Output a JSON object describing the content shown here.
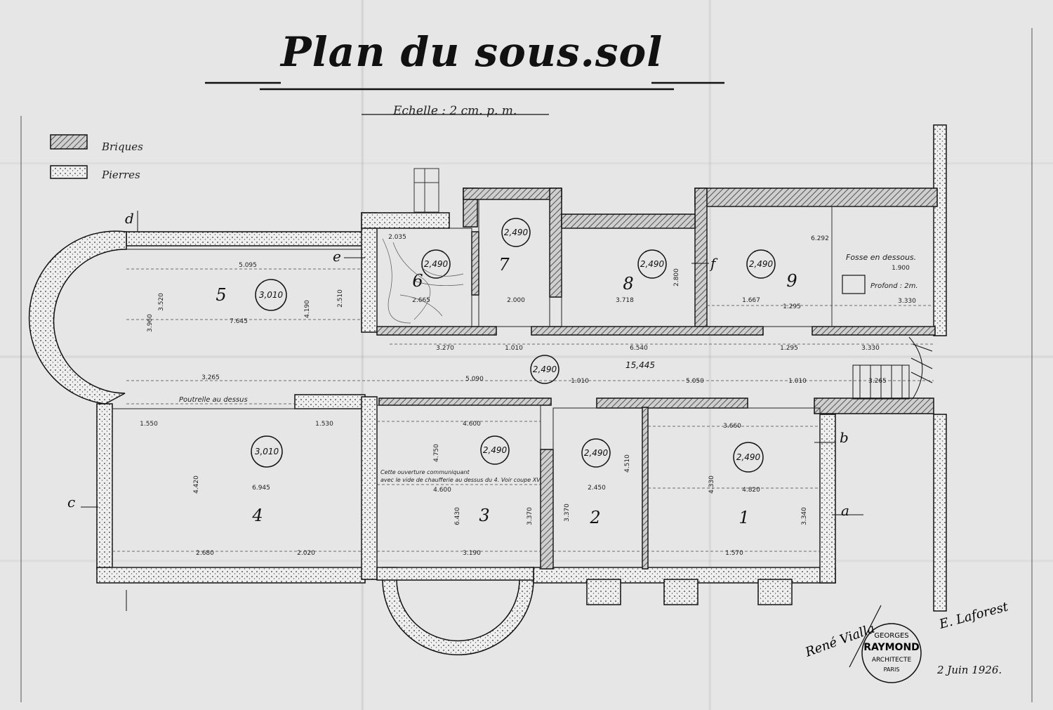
{
  "title": "Plan du sous.sol",
  "scale": "Echelle : 2 cm. p. m.",
  "legend": [
    {
      "label": "Briques",
      "pattern": "hatch"
    },
    {
      "label": "Pierres",
      "pattern": "dots"
    }
  ],
  "rooms": [
    {
      "number": "1",
      "height": "2,490"
    },
    {
      "number": "2",
      "height": "2,490"
    },
    {
      "number": "3",
      "height": "2,490"
    },
    {
      "number": "4",
      "height": "3,010"
    },
    {
      "number": "5",
      "height": "3,010"
    },
    {
      "number": "6",
      "height": "2,490"
    },
    {
      "number": "7",
      "height": "2,490"
    },
    {
      "number": "8",
      "height": "2,490"
    },
    {
      "number": "9",
      "height": "2,490"
    }
  ],
  "corridor": {
    "height": "2,490",
    "length": "15,445"
  },
  "sections": [
    "a",
    "b",
    "c",
    "d",
    "e",
    "f"
  ],
  "notes": {
    "fosse": "Fosse en dessous.",
    "profond": "Profond : 2m.",
    "poutrelle": "Poutrelle au dessus",
    "ouverture_1": "Cette ouverture communiquant",
    "ouverture_2": "avec le vide de chaufferie au dessus du 4. Voir coupe XV"
  },
  "dimensions": {
    "r5_w": "5.095",
    "r5_w2": "7.645",
    "r5_s": "3.265",
    "r5_h": "3.520",
    "r5_h2": "3.960",
    "r5_h3": "4.190",
    "r5_h4": "2.510",
    "r4_w": "6.945",
    "r4_t1": "1.550",
    "r4_t2": "1.530",
    "r4_b1": "2.680",
    "r4_b2": "2.020",
    "r4_h": "4.420",
    "r3_w": "4.600",
    "r3_w2": "4.600",
    "r3_b": "3.190",
    "r3_h": "4.750",
    "r3_h2": "6.430",
    "r3_h3": "3.370",
    "r2_w": "2.450",
    "r2_h": "4.510",
    "r2_h2": "3.370",
    "r1_w": "3.660",
    "r1_w2": "4.820",
    "r1_b": "1.570",
    "r1_h": "4.330",
    "r1_h2": "3.340",
    "r6_w": "2.035",
    "r6_w2": "2.665",
    "r7_w": "2.000",
    "r8_w": "3.718",
    "r8_h": "2.800",
    "r9_w": "6.292",
    "r9_w2": "1.667",
    "r9_w3": "1.295",
    "r9_w4": "3.330",
    "r9_w5": "1.900",
    "c1": "3.270",
    "c2": "1.010",
    "c3": "6.540",
    "c4": "1.295",
    "c5": "3.330",
    "c6": "5.090",
    "c7": "1.010",
    "c8": "5.050",
    "c9": "1.010",
    "c10": "3.265"
  },
  "signatures": {
    "left": "René Vialla",
    "right": "E. Laforest",
    "stamp_lines": [
      "GEORGES",
      "RAYMOND",
      "ARCHITECTE",
      "PARIS"
    ]
  },
  "date": "2 Juin 1926."
}
